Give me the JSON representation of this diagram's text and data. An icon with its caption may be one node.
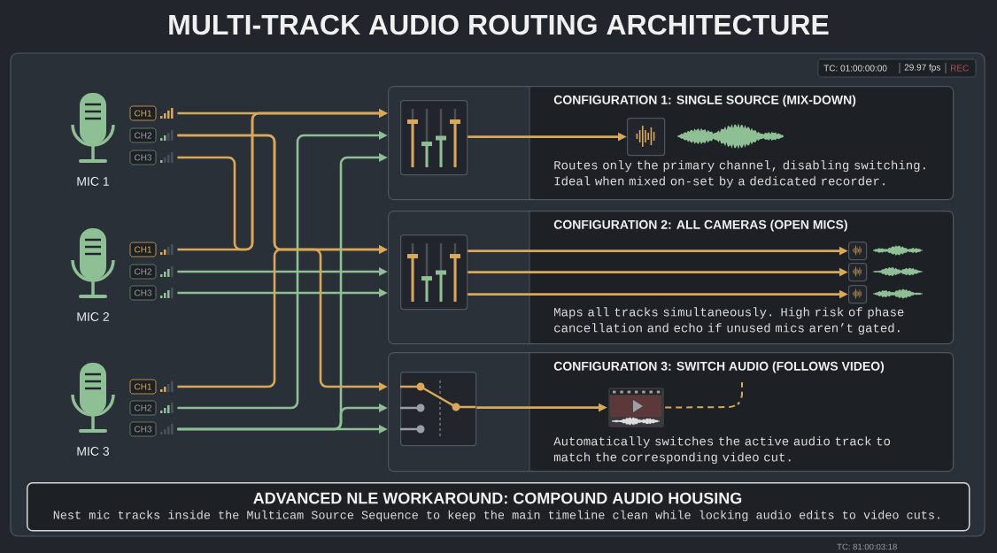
{
  "diagram": {
    "title": "MULTI-TRACK AUDIO ROUTING ARCHITECTURE",
    "nodes": [
      {
        "text": [
          "MIC 1"
        ]
      },
      {
        "text": [
          "CH1"
        ]
      },
      {
        "text": [
          "CH2"
        ]
      },
      {
        "text": [
          "CH3"
        ]
      },
      {
        "text": [
          "MIC 2"
        ]
      },
      {
        "text": [
          "CH1"
        ]
      },
      {
        "text": [
          "CH2"
        ]
      },
      {
        "text": [
          "CH3"
        ]
      },
      {
        "text": [
          "MIC 3"
        ]
      },
      {
        "text": [
          "CH1"
        ]
      },
      {
        "text": [
          "CH2"
        ]
      },
      {
        "text": [
          "CH3"
        ]
      },
      {
        "text": [
          "CONFIGURATION 1: SINGLE SOURCE (MIX-DOWN)",
          "Routes only the primary channel, disabling switching. Ideal when mixed on-set by a dedicated recorder."
        ]
      },
      {
        "text": [],
        "shape": "box",
        "in": 12
      },
      {
        "text": [],
        "shape": "box",
        "in": 12
      },
      {
        "text": [
          "CONFIGURATION 2: ALL CAMERAS (OPEN MICS)",
          "Maps all tracks simultaneously. High risk of phase cancellation and echo if unused mics aren’t gated."
        ]
      },
      {
        "text": [],
        "shape": "box",
        "in": 15
      },
      {
        "text": [],
        "shape": "box",
        "in": 15
      },
      {
        "text": [],
        "shape": "box",
        "in": 15
      },
      {
        "text": [],
        "shape": "box",
        "in": 15
      },
      {
        "text": [
          "CONFIGURATION 3: SWITCH AUDIO (FOLLOWS VIDEO)",
          "Automatically switches the active audio track to match the corresponding video cut."
        ]
      },
      {
        "text": [],
        "shape": "box",
        "in": 20
      },
      {
        "text": [],
        "shape": "picture",
        "in": 20
      },
      {
        "text": [
          "ADVANCED NLE WORKAROUND: COMPOUND AUDIO HOUSING",
          "Nest mic tracks inside the Multicam Source Sequence to keep the main timeline clean while locking audio edits to video cuts."
        ]
      }
    ],
    "edges": [
      {
        "from": 1,
        "to": 12,
        "arrow": "to"
      },
      {
        "from": 2,
        "to": 15,
        "arrow": "to"
      },
      {
        "from": 3,
        "to": 12,
        "arrow": "to"
      },
      {
        "from": 5,
        "to": 12,
        "arrow": "to"
      },
      {
        "from": 6,
        "to": 15,
        "arrow": "to",
        "color": "#8fc095"
      },
      {
        "from": 7,
        "to": 15,
        "arrow": "to",
        "color": "#8fc095"
      },
      {
        "from": 9,
        "to": 15,
        "arrow": "to"
      },
      {
        "from": 10,
        "to": 12,
        "arrow": "to",
        "color": "#8fc095"
      },
      {
        "from": 11,
        "to": 12,
        "arrow": "to",
        "color": "#8fc095"
      },
      {
        "from": 11,
        "to": 20,
        "arrow": "to",
        "color": "#8fc095"
      },
      {
        "from": 11,
        "to": 20,
        "arrow": "to",
        "color": "#8fc095"
      },
      {
        "from": 2,
        "to": 20,
        "arrow": "to"
      },
      {
        "from": 13,
        "to": 14,
        "arrow": "to"
      },
      {
        "from": 16,
        "to": 17,
        "arrow": "to"
      },
      {
        "from": 16,
        "to": 18,
        "arrow": "to"
      },
      {
        "from": 16,
        "to": 19,
        "arrow": "to"
      },
      {
        "from": 21,
        "to": 22,
        "arrow": "to"
      },
      {
        "from": 22,
        "to": null,
        "arrow": "none",
        "style": "dashed"
      }
    ],
    "labels": [
      "TC: 01:00:00:00",
      "29.97 fps",
      "REC",
      "TC: 81:00:03:18"
    ]
  }
}
